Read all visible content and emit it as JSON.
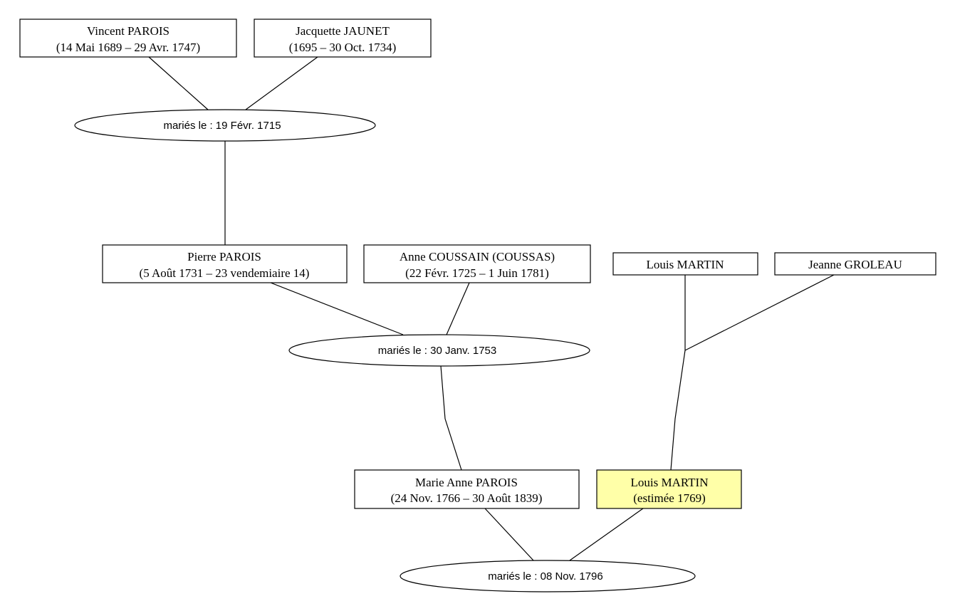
{
  "persons": {
    "vincent_parois": {
      "name": "Vincent PAROIS",
      "dates": "(14 Mai 1689 – 29 Avr. 1747)"
    },
    "jacquette_jaunet": {
      "name": "Jacquette JAUNET",
      "dates": "(1695 – 30 Oct. 1734)"
    },
    "pierre_parois": {
      "name": "Pierre PAROIS",
      "dates": "(5 Août 1731 – 23 vendemiaire 14)"
    },
    "anne_coussain": {
      "name": "Anne COUSSAIN (COUSSAS)",
      "dates": "(22 Févr. 1725 – 1 Juin 1781)"
    },
    "louis_martin_sr": {
      "name": "Louis MARTIN"
    },
    "jeanne_groleau": {
      "name": "Jeanne GROLEAU"
    },
    "marie_anne_parois": {
      "name": "Marie Anne PAROIS",
      "dates": "(24 Nov. 1766 – 30 Août 1839)"
    },
    "louis_martin": {
      "name": "Louis MARTIN",
      "dates": "(estimée 1769)"
    }
  },
  "marriages": {
    "m1715": {
      "label": "mariés le : 19 Févr. 1715"
    },
    "m1753": {
      "label": "mariés le : 30 Janv. 1753"
    },
    "m1796": {
      "label": "mariés le : 08 Nov. 1796"
    }
  },
  "colors": {
    "highlight": "#ffffa8",
    "stroke": "#000000",
    "background": "#ffffff"
  }
}
